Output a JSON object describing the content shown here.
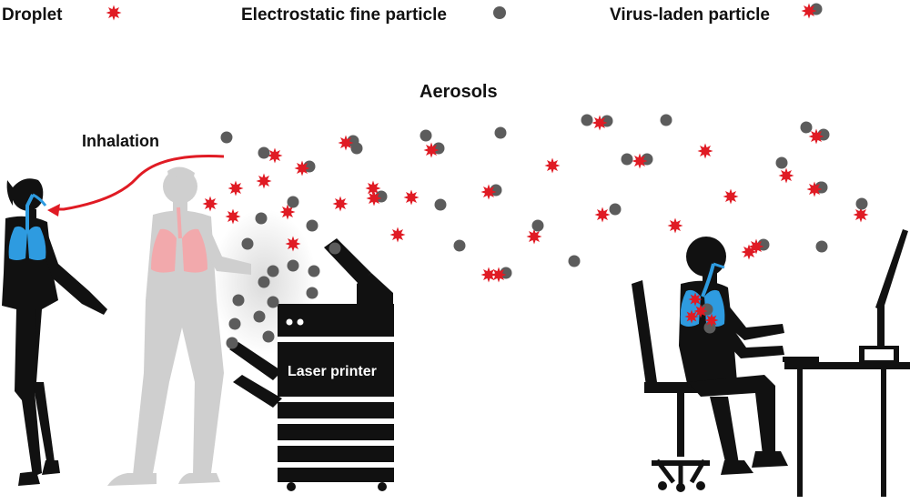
{
  "legend": {
    "droplet_label": "Droplet",
    "fine_particle_label": "Electrostatic fine particle",
    "virus_particle_label": "Virus-laden particle"
  },
  "labels": {
    "aerosols": "Aerosols",
    "inhalation": "Inhalation",
    "printer": "Laser printer"
  },
  "colors": {
    "droplet": "#e01b24",
    "particle": "#5c5c5c",
    "silhouette": "#111111",
    "ghost_silhouette": "#cfcfcf",
    "lungs_blue": "#2e9be0",
    "lungs_pink": "#f2a9ac",
    "arrow": "#e01b24"
  },
  "icons": {
    "droplet": "red-star-burst-icon",
    "fine_particle": "grey-dot-icon",
    "virus_particle": "star-dot-combo-icon"
  }
}
